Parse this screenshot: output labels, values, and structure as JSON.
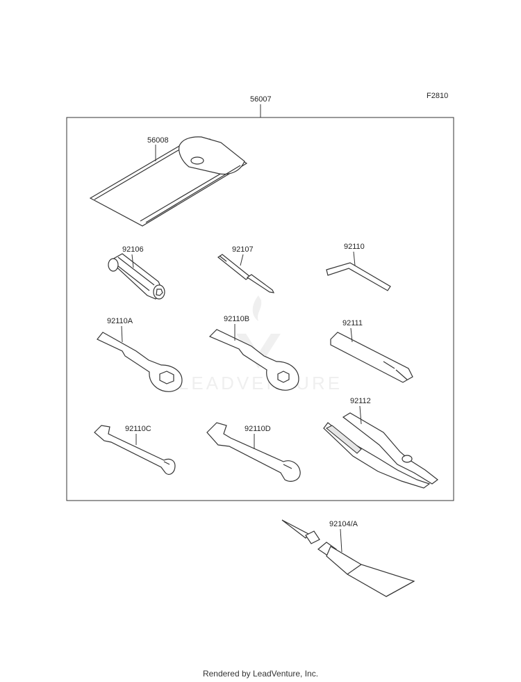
{
  "figure_code": "F2810",
  "labels": {
    "kit": "56007",
    "pouch": "56008",
    "handle": "92106",
    "screwdriver": "92107",
    "hex_key": "92110",
    "wrench_a": "92110A",
    "wrench_b": "92110B",
    "bar": "92111",
    "wrench_c": "92110C",
    "wrench_d": "92110D",
    "pliers": "92112",
    "tube": "92104/A"
  },
  "watermark": "LEADVENTURE",
  "footer": "Rendered by LeadVenture, Inc."
}
